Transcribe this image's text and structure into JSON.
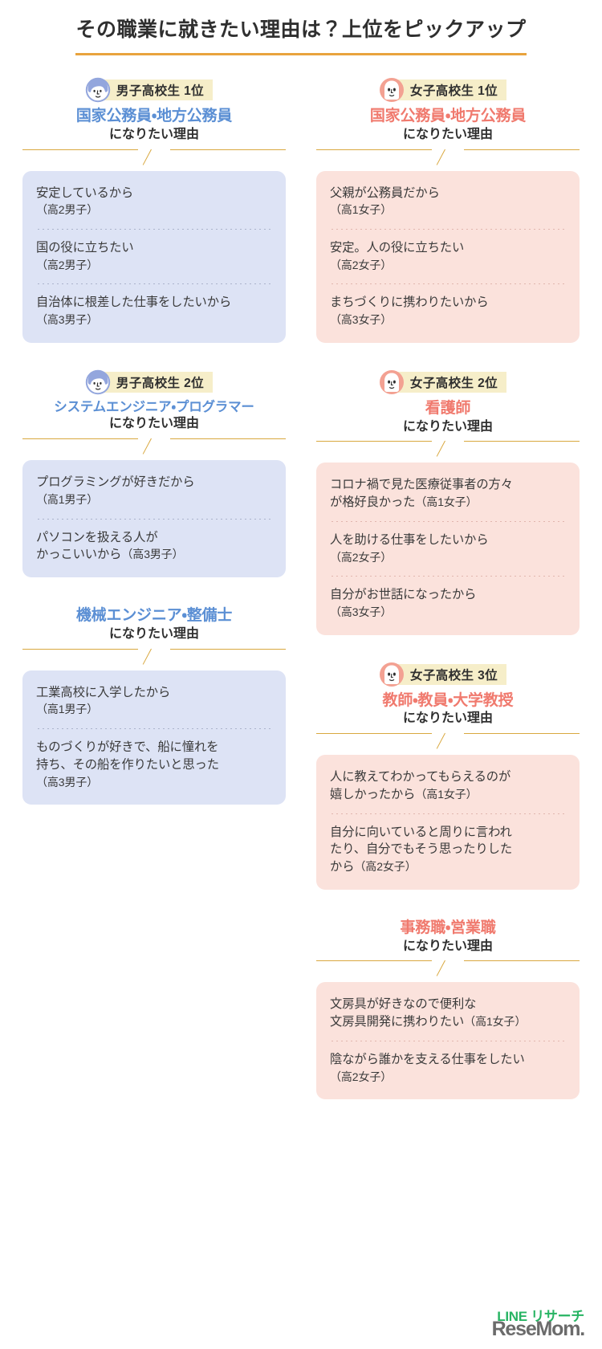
{
  "title": "その職業に就きたい理由は？上位をピックアップ",
  "reason_suffix": "になりたい理由",
  "colors": {
    "accent_rule": "#e8a33d",
    "badge_bg": "#f6eec9",
    "boy_text": "#5b8fd4",
    "girl_text": "#f07a6e",
    "boy_card": "#dde3f5",
    "girl_card": "#fbe2dc",
    "line_green": "#27b463",
    "resemom_gray": "#6b6b6b"
  },
  "left_column": [
    {
      "badge": "男子高校生 1位",
      "avatar_icon": "boy-student-avatar-icon",
      "job": "国家公務員・地方公務員",
      "show_badge": true,
      "quotes": [
        {
          "text": "安定しているから",
          "who": "（高2男子）",
          "inline": false
        },
        {
          "text": "国の役に立ちたい",
          "who": "（高2男子）",
          "inline": false
        },
        {
          "text": "自治体に根差した仕事をしたいから",
          "who": "（高3男子）",
          "inline": false
        }
      ]
    },
    {
      "badge": "男子高校生 2位",
      "avatar_icon": "boy-student-avatar-icon",
      "job": "システムエンジニア・プログラマー",
      "show_badge": true,
      "job_small": true,
      "quotes": [
        {
          "text": "プログラミングが好きだから",
          "who": "（高1男子）",
          "inline": false
        },
        {
          "text": "パソコンを扱える人が\nかっこいいから",
          "who": "（高3男子）",
          "inline": true
        }
      ]
    },
    {
      "badge": "",
      "avatar_icon": "",
      "job": "機械エンジニア・整備士",
      "show_badge": false,
      "quotes": [
        {
          "text": "工業高校に入学したから",
          "who": "（高1男子）",
          "inline": false
        },
        {
          "text": "ものづくりが好きで、船に憧れを\n持ち、その船を作りたいと思った",
          "who": "（高3男子）",
          "inline": false
        }
      ]
    }
  ],
  "right_column": [
    {
      "badge": "女子高校生 1位",
      "avatar_icon": "girl-student-avatar-icon",
      "job": "国家公務員・地方公務員",
      "show_badge": true,
      "quotes": [
        {
          "text": "父親が公務員だから",
          "who": "（高1女子）",
          "inline": false
        },
        {
          "text": "安定。人の役に立ちたい",
          "who": "（高2女子）",
          "inline": false
        },
        {
          "text": "まちづくりに携わりたいから",
          "who": "（高3女子）",
          "inline": false
        }
      ]
    },
    {
      "badge": "女子高校生 2位",
      "avatar_icon": "girl-student-avatar-icon",
      "job": "看護師",
      "show_badge": true,
      "quotes": [
        {
          "text": "コロナ禍で見た医療従事者の方々\nが格好良かった",
          "who": "（高1女子）",
          "inline": true
        },
        {
          "text": "人を助ける仕事をしたいから",
          "who": "（高2女子）",
          "inline": false
        },
        {
          "text": "自分がお世話になったから",
          "who": "（高3女子）",
          "inline": false
        }
      ]
    },
    {
      "badge": "女子高校生 3位",
      "avatar_icon": "girl-student-avatar-icon",
      "job": "教師・教員・大学教授",
      "show_badge": true,
      "quotes": [
        {
          "text": "人に教えてわかってもらえるのが\n嬉しかったから",
          "who": "（高1女子）",
          "inline": true
        },
        {
          "text": "自分に向いていると周りに言われ\nたり、自分でもそう思ったりした\nから",
          "who": "（高2女子）",
          "inline": true
        }
      ]
    },
    {
      "badge": "",
      "avatar_icon": "",
      "job": "事務職・営業職",
      "show_badge": false,
      "quotes": [
        {
          "text": "文房具が好きなので便利な\n文房具開発に携わりたい",
          "who": "（高1女子）",
          "inline": true
        },
        {
          "text": "陰ながら誰かを支える仕事をしたい",
          "who": "（高2女子）",
          "inline": false
        }
      ]
    }
  ],
  "footer": {
    "line_logo_main": "LINE リサーチ",
    "line_logo_tm": "リサーチ",
    "resemom_logo": "ReseMom."
  }
}
